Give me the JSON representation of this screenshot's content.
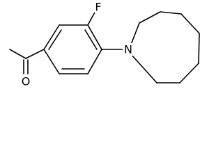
{
  "molecule": {
    "atoms": {
      "oxygen": "O",
      "fluorine": "F",
      "nitrogen": "N"
    },
    "colors": {
      "bond": "#000000",
      "background": "#ffffff"
    }
  }
}
